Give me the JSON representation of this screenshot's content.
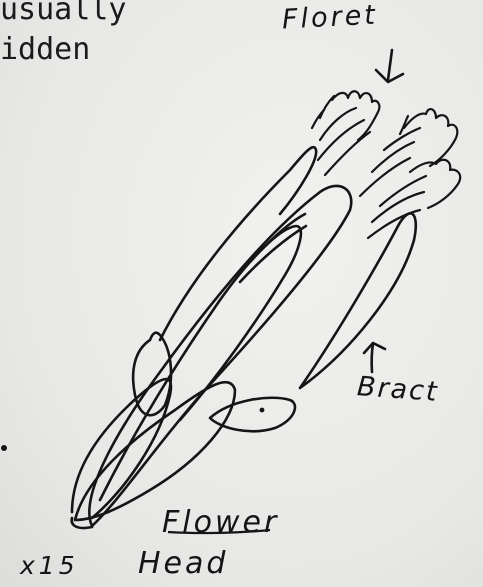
{
  "typed_text": {
    "line1": "usually",
    "line2": "idden"
  },
  "labels": {
    "floret": "Floret",
    "bract": "Bract",
    "flower": "Flower",
    "head": "Head",
    "magnification": "x15"
  }
}
